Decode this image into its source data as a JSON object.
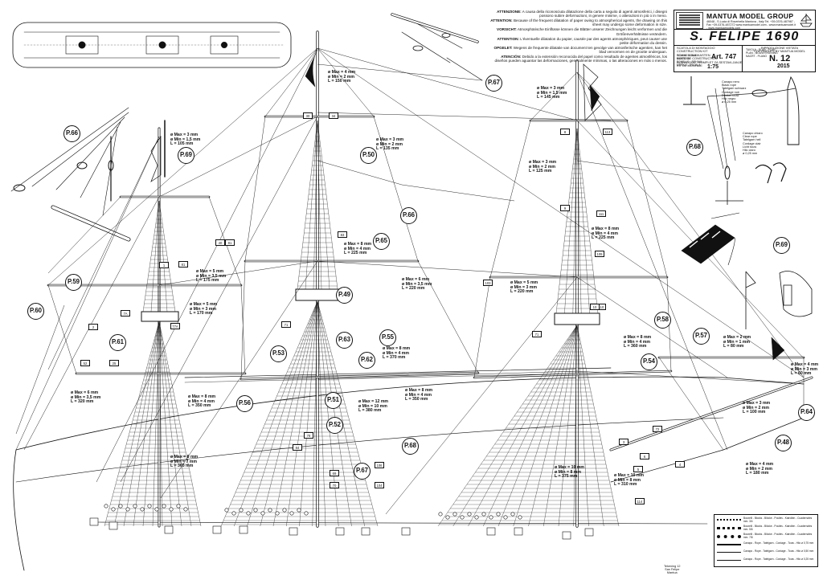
{
  "title_block": {
    "brand": "MANTUA MODEL GROUP",
    "address": "46048 - S.Lucia di Roverbella Mantova - Italy  Tel. +39-0376-487987 - Fax +39-0376-487272  www.mantuamodel.com - www.mantuamodel.it - www.mantuamodels.com",
    "model_title": "S. FELIPE 1690",
    "kit_lines": [
      "SCATOLA DI MONTAGGIO",
      "CONSTRUCTION KIT",
      "SCHNELLBAUKASTEN",
      "BOITE DE CONSTRUCTION",
      "BOUWDOOS - KOMPLET ZA SESTAVLJANJE",
      "KIT DE MONTAJE"
    ],
    "art": "Art. 747",
    "scale_label_lines": [
      "SCALA - SCALE - MASSTAB",
      "ECHELLE - SCHAAL",
      "MERILO - ESCALA"
    ],
    "scale": "1:75",
    "copy_lines": [
      "RIPRODUZIONE VIETATA",
      "COPYRIGHTS BY MANTUA MODEL"
    ],
    "sheet_label_lines": [
      "TAVOLA - PLAN - PLAN",
      "PLAN - BOUWTEKENING",
      "NACRT - PLANO"
    ],
    "sheet_number": "N. 12",
    "year": "2015"
  },
  "warnings": [
    {
      "k": "ATTENZIONE:",
      "t": "A causa della riconosciuta dilatazione della carta a seguito di agenti atmosferici, i disegni possono subire deformazioni, in genere minime, o alterazioni in più o in meno."
    },
    {
      "k": "ATTENTION:",
      "t": "Because of the frequent dilatation of paper owing to atmospherical agents, the drawing on this sheet may undergo some deformation in size."
    },
    {
      "k": "VORSICHT:",
      "t": "Atmosphärische Einflüsse können die Blätter unserer Zeichnungen leicht verformen und die Größenverhältnisse verändern."
    },
    {
      "k": "ATTENTION:",
      "t": "L'éventuelle dilatation du papier, causée par des agents atmosphériques, peut causer une petite déformation du dessin."
    },
    {
      "k": "OPGELET:",
      "t": "Wegens de frequente dilatatie van document ten gevolge van atmosferische agentien, kan het blad vervormen en de grootte ondergaan."
    },
    {
      "k": "ATENCIÓN:",
      "t": "Debido a la extensión reconocida del papel como resultado de agentes atmosféricos, los diseños pueden aguantar las deformaciones, generalmente mínimas, o las alteraciones en más o menos."
    }
  ],
  "part_callouts": [
    "P.66",
    "P.69",
    "P.50",
    "P.67",
    "P.65",
    "P.49",
    "P.59",
    "P.60",
    "P.61",
    "P.53",
    "P.63",
    "P.62",
    "P.55",
    "P.56",
    "P.51",
    "P.52",
    "P.68",
    "P.67",
    "P.58",
    "P.54",
    "P.57",
    "P.64",
    "P.48",
    "P.68",
    "P.69",
    "P.66"
  ],
  "dimension_labels": [
    {
      "lines": [
        "ø Max = 4 mm",
        "ø Min = 2 mm",
        "L = 150 mm"
      ]
    },
    {
      "lines": [
        "ø Max = 3 mm",
        "ø Min = 1,5 mm",
        "L = 105 mm"
      ]
    },
    {
      "lines": [
        "ø Max = 3 mm",
        "ø Min = 2 mm",
        "L = 135 mm"
      ]
    },
    {
      "lines": [
        "ø Max = 3 mm",
        "ø Min = 1,5 mm",
        "L = 145 mm"
      ]
    },
    {
      "lines": [
        "ø Max = 3 mm",
        "ø Min = 2 mm",
        "L = 125 mm"
      ]
    },
    {
      "lines": [
        "ø Max = 8 mm",
        "ø Min = 4 mm",
        "L = 225 mm"
      ]
    },
    {
      "lines": [
        "ø Max = 8 mm",
        "ø Min = 4 mm",
        "L = 225 mm"
      ]
    },
    {
      "lines": [
        "ø Max = 5 mm",
        "ø Min = 3,5 mm",
        "L = 175 mm"
      ]
    },
    {
      "lines": [
        "ø Max = 6 mm",
        "ø Min = 3,5 mm",
        "L = 220 mm"
      ]
    },
    {
      "lines": [
        "ø Max = 5 mm",
        "ø Min = 3 mm",
        "L = 170 mm"
      ]
    },
    {
      "lines": [
        "ø Max = 5 mm",
        "ø Min = 3 mm",
        "L = 220 mm"
      ]
    },
    {
      "lines": [
        "ø Max = 8 mm",
        "ø Min = 4 mm",
        "L = 370 mm"
      ]
    },
    {
      "lines": [
        "ø Max = 8 mm",
        "ø Min = 4 mm",
        "L = 350 mm"
      ]
    },
    {
      "lines": [
        "ø Max = 2 mm",
        "ø Min = 1 mm",
        "L = 80 mm"
      ]
    },
    {
      "lines": [
        "ø Max = 4 mm",
        "ø Min = 3 mm",
        "L = 60 mm"
      ]
    },
    {
      "lines": [
        "ø Max = 6 mm",
        "ø Min = 3,5 mm",
        "L = 320 mm"
      ]
    },
    {
      "lines": [
        "ø Max = 8 mm",
        "ø Min = 4 mm",
        "L = 350 mm"
      ]
    },
    {
      "lines": [
        "ø Max = 12 mm",
        "ø Min = 10 mm",
        "L = 380 mm"
      ]
    },
    {
      "lines": [
        "ø Max = 8 mm",
        "ø Min = 4 mm",
        "L = 360 mm"
      ]
    },
    {
      "lines": [
        "ø Max = 3 mm",
        "ø Min = 2 mm",
        "L = 100 mm"
      ]
    },
    {
      "lines": [
        "ø Max = 8 mm",
        "ø Min = 7 mm",
        "L = 365 mm"
      ]
    },
    {
      "lines": [
        "ø Max = 10 mm",
        "ø Min = 8 mm",
        "L = 375 mm"
      ]
    },
    {
      "lines": [
        "ø Max = 10 mm",
        "ø Min = 8 mm",
        "L = 310 mm"
      ]
    },
    {
      "lines": [
        "ø Max = 4 mm",
        "ø Min = 2 mm",
        "L = 180 mm"
      ]
    }
  ],
  "detail_notes": [
    {
      "lines": [
        "Canapo nero",
        "Black rope",
        "Tatelgam schwarz",
        "Cordage noir",
        "Donker touw",
        "Hilo negro",
        "ø 0,25 mm"
      ]
    },
    {
      "lines": [
        "Canapo chiaro",
        "Clear rope",
        "Tatelgam hell",
        "Cordage clair",
        "Licht touw",
        "Hilo claro",
        "ø 0,25 mm"
      ]
    }
  ],
  "legend": [
    {
      "text": "Bozzelli - Blocks - Blöcke - Poulies - Katrollen - Cuadernales mm. 3/4"
    },
    {
      "text": "Bozzelli - Blocks - Blöcke - Poulies - Katrollen - Cuadernales mm. 5/6"
    },
    {
      "text": "Bozzelli - Blocks - Blöcke - Poulies - Katrollen - Cuadernales mm. 7/8"
    },
    {
      "text": "Canapo - Rope - Tatelgarn - Cordage - Touw - Hilo  ø 0,75 mm"
    },
    {
      "text": "Canapo - Rope - Tatelgarn - Cordage - Touw - Hilo  ø 0,50 mm"
    },
    {
      "text": "Canapo - Rope - Tatelgarn - Cordage - Touw - Hilo  ø 0,25 mm"
    }
  ],
  "footnote": [
    "Tekening 12",
    "San Felipe",
    "Mantua"
  ],
  "tag_numbers": [
    "30",
    "34",
    "81",
    "1",
    "2",
    "40",
    "81",
    "7A",
    "71",
    "77A",
    "52",
    "25",
    "78",
    "84",
    "104",
    "106",
    "69",
    "70",
    "83",
    "113",
    "111",
    "109",
    "103",
    "110",
    "114",
    "71",
    "72",
    "4",
    "3",
    "5",
    "6",
    "8",
    "9",
    "10"
  ]
}
